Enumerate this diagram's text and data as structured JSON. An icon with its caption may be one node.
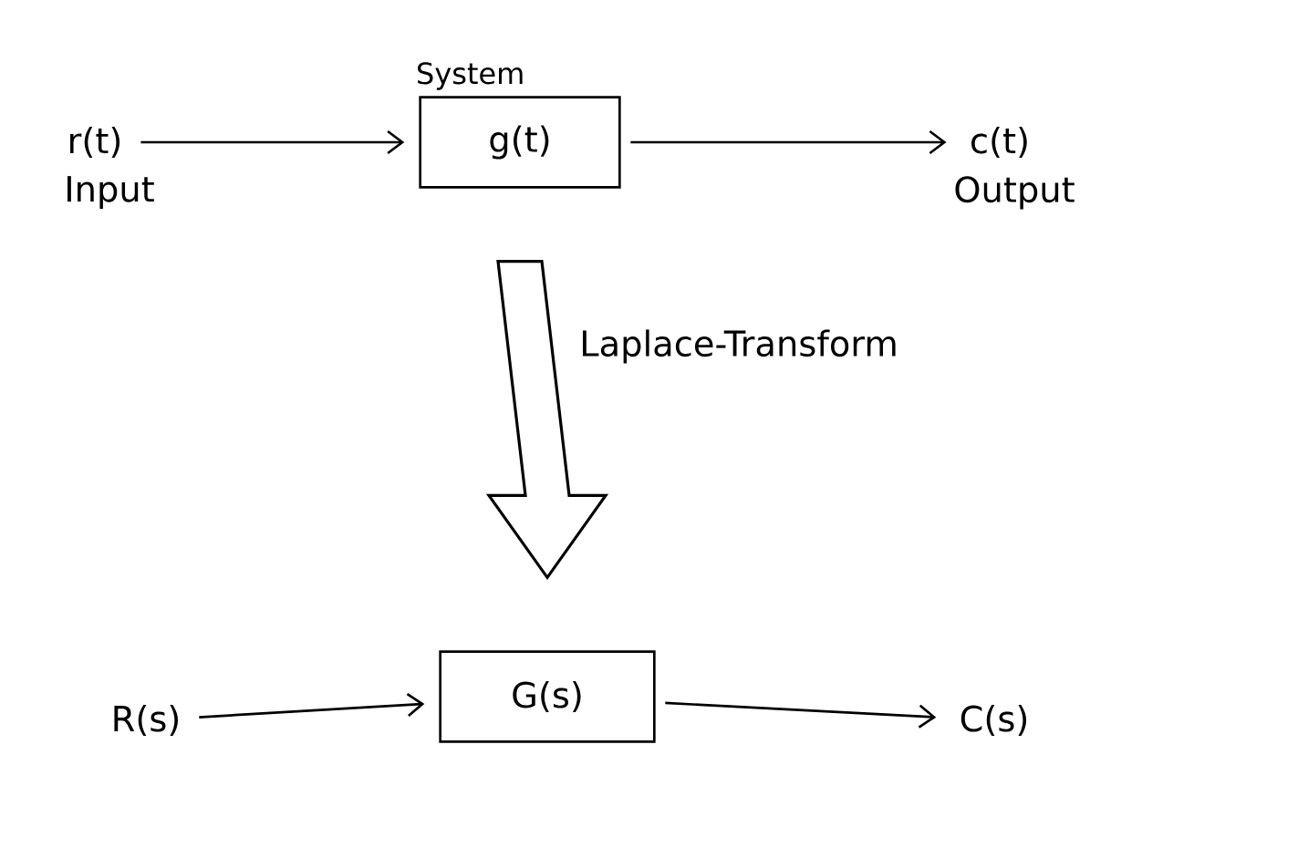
{
  "diagram": {
    "nodes": [
      {
        "text": [
          "System",
          "g(t)"
        ]
      },
      {
        "text": [
          "r(t)"
        ],
        "beside": [
          "Input"
        ]
      },
      {
        "text": [
          "c(t)"
        ],
        "beside": [
          "Output"
        ]
      },
      {
        "text": [
          "G(s)"
        ]
      },
      {
        "text": [
          "R(s)"
        ]
      },
      {
        "text": [
          "C(s)"
        ]
      }
    ],
    "edges": [
      {
        "from": 1,
        "to": 0,
        "arrow": "to"
      },
      {
        "from": 0,
        "to": 2,
        "arrow": "to"
      },
      {
        "from": 0,
        "to": 3,
        "arrow": "to",
        "style": "thick",
        "label": "Laplace-Transform"
      },
      {
        "from": 4,
        "to": 3,
        "arrow": "to"
      },
      {
        "from": 3,
        "to": 5,
        "arrow": "to"
      }
    ]
  }
}
